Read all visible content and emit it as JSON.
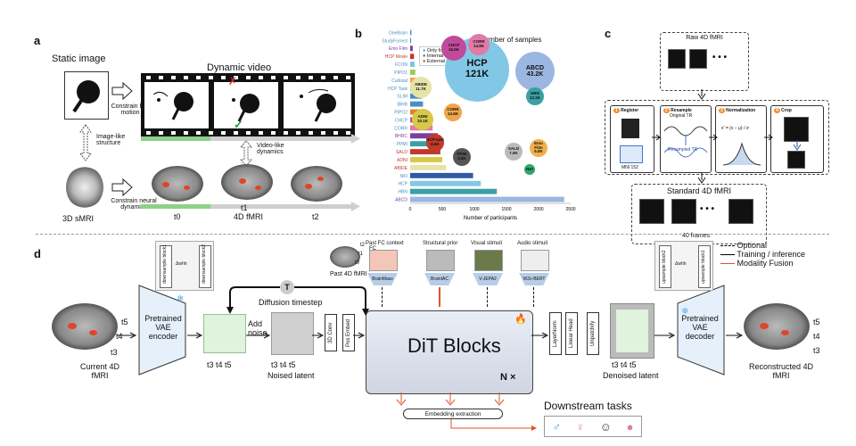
{
  "panels": {
    "a": "a",
    "b": "b",
    "c": "c",
    "d": "d"
  },
  "panel_a": {
    "static_image": "Static image",
    "dynamic_video": "Dynamic video",
    "constrain_ball": "Constrain ball motion",
    "image_like": "Image-like structure",
    "video_like": "Video-like dynamics",
    "constrain_neural": "Constrain neural dynamics",
    "smri": "3D sMRI",
    "fmri": "4D fMRI",
    "t0": "t0",
    "t1": "t1",
    "t2": "t2",
    "check": "✓",
    "cross": "✗"
  },
  "panel_b": {
    "title": "Number of samples",
    "legend": [
      {
        "label": "Only for Pretraining",
        "color": "#4a90c8"
      },
      {
        "label": "Internal Eval",
        "color": "#7a3fa0"
      },
      {
        "label": "External Eval",
        "color": "#c0392b"
      }
    ],
    "xlabel": "Number of participants",
    "xticks": [
      "0",
      "500",
      "1000",
      "1500",
      "2000",
      "2500"
    ],
    "bubbles": [
      {
        "label": "HCP",
        "value": "121K",
        "color": "#82c8e6"
      },
      {
        "label": "ABCD",
        "value": "43.2K",
        "color": "#9bb6e0"
      },
      {
        "label": "CHCP",
        "value": "16.5K",
        "color": "#c04b9c"
      },
      {
        "label": "CORR",
        "value": "14.8K",
        "color": "#e27aa6"
      },
      {
        "label": "ABIDE",
        "value": "11.7K",
        "color": "#e6e3a6"
      },
      {
        "label": "ADNI",
        "value": "10.1K",
        "color": "#d6c94a"
      },
      {
        "label": "CORR",
        "value": "14.8K",
        "color": "#f0a54a"
      },
      {
        "label": "HBN",
        "value": "12.2K",
        "color": "#3aa0a6"
      },
      {
        "label": "HCP-task",
        "value": "6.6K",
        "color": "#c0392b"
      },
      {
        "label": "PPMI",
        "value": "3.8K",
        "color": "#555555"
      },
      {
        "label": "SALD",
        "value": "7.9K",
        "color": "#bbbbbb"
      },
      {
        "label": "Emo Film",
        "value": "5.8K",
        "color": "#f0b14a"
      },
      {
        "label": "NKI",
        "value": "",
        "color": "#2ea86a"
      }
    ]
  },
  "chart_data": {
    "type": "bar",
    "title": "",
    "xlabel": "Number of participants",
    "ylabel": "",
    "xlim": [
      0,
      2500
    ],
    "categories": [
      "OneBrain",
      "StudyForrest",
      "Emo Film",
      "HCP Movie",
      "FCON",
      "PIPO1",
      "Callosal",
      "HCP Task",
      "SLIM",
      "IBHB",
      "PIPO2",
      "CHCP",
      "CORR",
      "BHRC",
      "PPMI",
      "SALD",
      "ADNI",
      "ABIDE",
      "NKI",
      "HCP",
      "HBN",
      "ABCD"
    ],
    "values": [
      20,
      15,
      40,
      60,
      70,
      80,
      90,
      120,
      180,
      200,
      260,
      300,
      350,
      430,
      450,
      470,
      500,
      560,
      980,
      1100,
      1350,
      2400
    ],
    "colors": [
      "#4a90c8",
      "#4a90c8",
      "#7a3fa0",
      "#c0392b",
      "#7ec6e0",
      "#9ec85a",
      "#f0a54a",
      "#3aa0a6",
      "#4a90c8",
      "#4a90c8",
      "#e67e22",
      "#c04b9c",
      "#e27aa6",
      "#7a3fa0",
      "#3aa0a6",
      "#c0392b",
      "#d6c94a",
      "#e6e3a6",
      "#2e5aa8",
      "#82c8e6",
      "#3aa0a6",
      "#9bb6e0"
    ],
    "label_colors": [
      "#4a90c8",
      "#4a90c8",
      "#7a3fa0",
      "#c0392b",
      "#4a90c8",
      "#4a90c8",
      "#4a90c8",
      "#4a90c8",
      "#4a90c8",
      "#4a90c8",
      "#4a90c8",
      "#4a90c8",
      "#4a90c8",
      "#7a3fa0",
      "#4a90c8",
      "#c0392b",
      "#c0392b",
      "#c0392b",
      "#4a90c8",
      "#4a90c8",
      "#4a90c8",
      "#7a3fa0"
    ]
  },
  "panel_c": {
    "raw": "Raw 4D fMRI",
    "steps": [
      {
        "num": "1",
        "title": "Register",
        "note": "MNI 152"
      },
      {
        "num": "2",
        "title": "Resample",
        "note": "Original TR"
      },
      {
        "num": "3",
        "title": "Normalization",
        "note": ""
      },
      {
        "num": "4",
        "title": "Crop",
        "note": ""
      }
    ],
    "resampled": "Resampled TR",
    "formula": "x' = (x − μ) / σ",
    "standard": "Standard 4D fMRI",
    "frames": "40 frames",
    "ellipsis": "• • •"
  },
  "panel_d": {
    "legend": [
      {
        "label": "Optional",
        "color": "#000000",
        "style": "dashed"
      },
      {
        "label": "Training / inference",
        "color": "#000000",
        "style": "solid"
      },
      {
        "label": "Modality Fusion",
        "color": "#e0542a",
        "style": "solid"
      }
    ],
    "current": "Current 4D fMRI",
    "t5": "t5",
    "t4": "t4",
    "t3": "t3",
    "encoder": "Pretrained VAE encoder",
    "decoder": "Pretrained VAE decoder",
    "down1": "downsample block1",
    "down2": "downsample block2",
    "up1": "upsample block2",
    "up2": "upsample block1",
    "latent_times": "t3 t4 t5",
    "add_noise": "Add noise",
    "noised_latent": "Noised latent",
    "denoised_latent": "Denoised latent",
    "diffusion": "Diffusion timestep",
    "t_token": "T",
    "conv3d": "3D Conv",
    "pos_embed": "Pos Embed",
    "dit": "DiT Blocks",
    "nx": "N ×",
    "layernorm": "LayerNorm",
    "linear_head": "Linear Head",
    "unpatchify": "Unpatchify",
    "reconstructed": "Reconstructed 4D fMRI",
    "past": "Past 4D fMRI",
    "past_t2": "t2",
    "past_t1": "t1",
    "past_t0": "t0",
    "fc": "FC",
    "conditions": [
      {
        "title": "Past FC context",
        "encoder": "BrainMass"
      },
      {
        "title": "Structural prior",
        "encoder": "BrainIAC"
      },
      {
        "title": "Visual stimuli",
        "encoder": "V-JEPA2"
      },
      {
        "title": "Audio stimuli",
        "encoder": "W2v-BERT"
      }
    ],
    "embedding": "Embedding extraction",
    "downstream": "Downstream tasks",
    "attn": "Δwhh"
  }
}
